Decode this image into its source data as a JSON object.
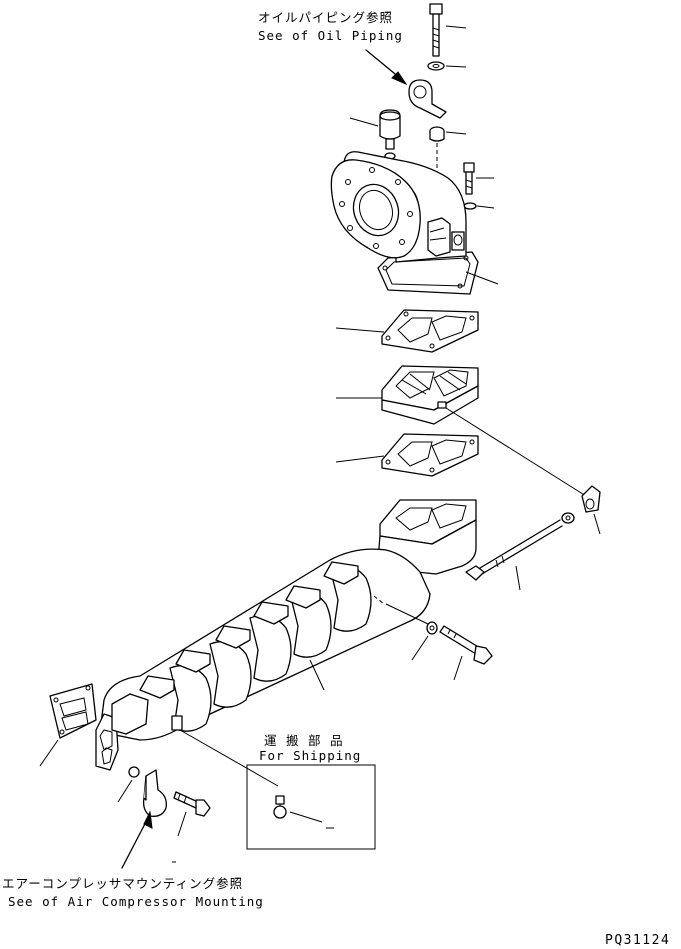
{
  "references": {
    "oil_piping_jp": "オイルパイピング参照",
    "oil_piping_en": "See of Oil Piping",
    "air_compressor_jp": "エアーコンプレッサマウンティング参照",
    "air_compressor_en": "See of Air Compressor Mounting"
  },
  "shipping_box": {
    "title_jp": "運 搬 部 品",
    "title_en": "For Shipping"
  },
  "drawing_code": "PQ31124"
}
